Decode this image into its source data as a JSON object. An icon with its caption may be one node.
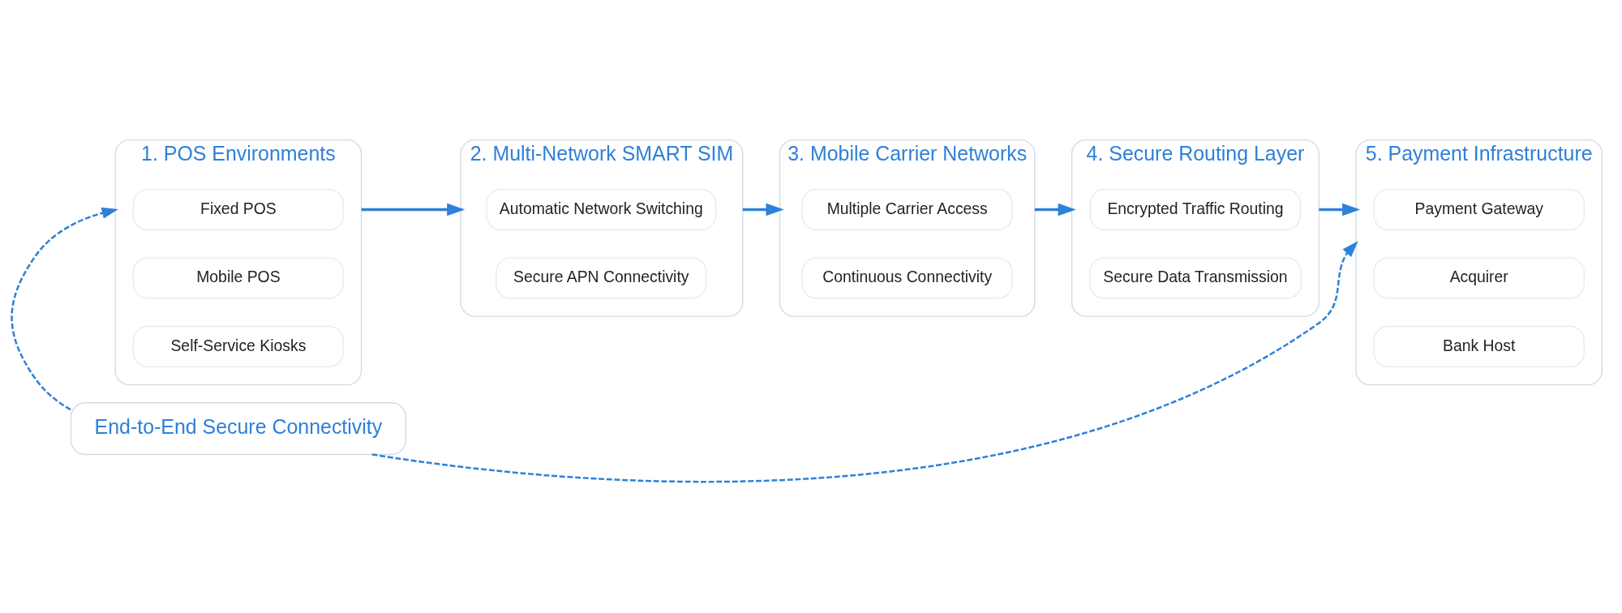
{
  "diagram": {
    "nodes": [
      {
        "text": [
          "1. POS Environments"
        ]
      },
      {
        "text": [
          "Fixed POS"
        ],
        "in": 0
      },
      {
        "text": [
          "Mobile POS"
        ],
        "in": 0
      },
      {
        "text": [
          "Self-Service Kiosks"
        ],
        "in": 0
      },
      {
        "text": [
          "2. Multi-Network SMART SIM"
        ]
      },
      {
        "text": [
          "Automatic Network Switching"
        ],
        "in": 4
      },
      {
        "text": [
          "Secure APN Connectivity"
        ],
        "in": 4
      },
      {
        "text": [
          "3. Mobile Carrier Networks"
        ]
      },
      {
        "text": [
          "Multiple Carrier Access"
        ],
        "in": 7
      },
      {
        "text": [
          "Continuous Connectivity"
        ],
        "in": 7
      },
      {
        "text": [
          "4. Secure Routing Layer"
        ]
      },
      {
        "text": [
          "Encrypted Traffic Routing"
        ],
        "in": 10
      },
      {
        "text": [
          "Secure Data Transmission"
        ],
        "in": 10
      },
      {
        "text": [
          "5. Payment Infrastructure"
        ]
      },
      {
        "text": [
          "Payment Gateway"
        ],
        "in": 13
      },
      {
        "text": [
          "Acquirer"
        ],
        "in": 13
      },
      {
        "text": [
          "Bank Host"
        ],
        "in": 13
      },
      {
        "text": [
          "End-to-End Secure Connectivity"
        ]
      }
    ],
    "edges": [
      {
        "from": 0,
        "to": 4,
        "arrow": "to"
      },
      {
        "from": 4,
        "to": 7,
        "arrow": "to"
      },
      {
        "from": 7,
        "to": 10,
        "arrow": "to"
      },
      {
        "from": 10,
        "to": 13,
        "arrow": "to"
      },
      {
        "from": 17,
        "to": 0,
        "arrow": "to",
        "style": "dashed"
      },
      {
        "from": 17,
        "to": 13,
        "arrow": "to",
        "style": "dashed"
      }
    ]
  }
}
